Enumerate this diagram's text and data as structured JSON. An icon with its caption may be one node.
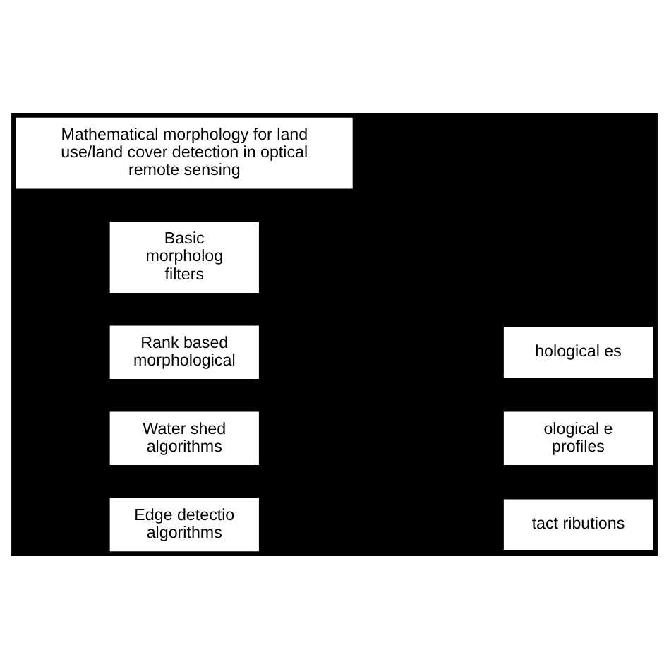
{
  "diagram": {
    "nodes": [
      {
        "text": [
          "Mathematical morphology for land use/land cover detection in optical remote sensing"
        ]
      },
      {
        "text": [
          "hological es"
        ]
      },
      {
        "text": [
          "ological e profiles"
        ]
      },
      {
        "text": [
          "tact ributions"
        ]
      },
      {
        "text": [
          "Basic morpholog filters"
        ]
      },
      {
        "text": [
          "Rank based morphological"
        ]
      },
      {
        "text": [
          "Water shed algorithms"
        ]
      },
      {
        "text": [
          "Edge detectio algorithms"
        ]
      }
    ]
  }
}
